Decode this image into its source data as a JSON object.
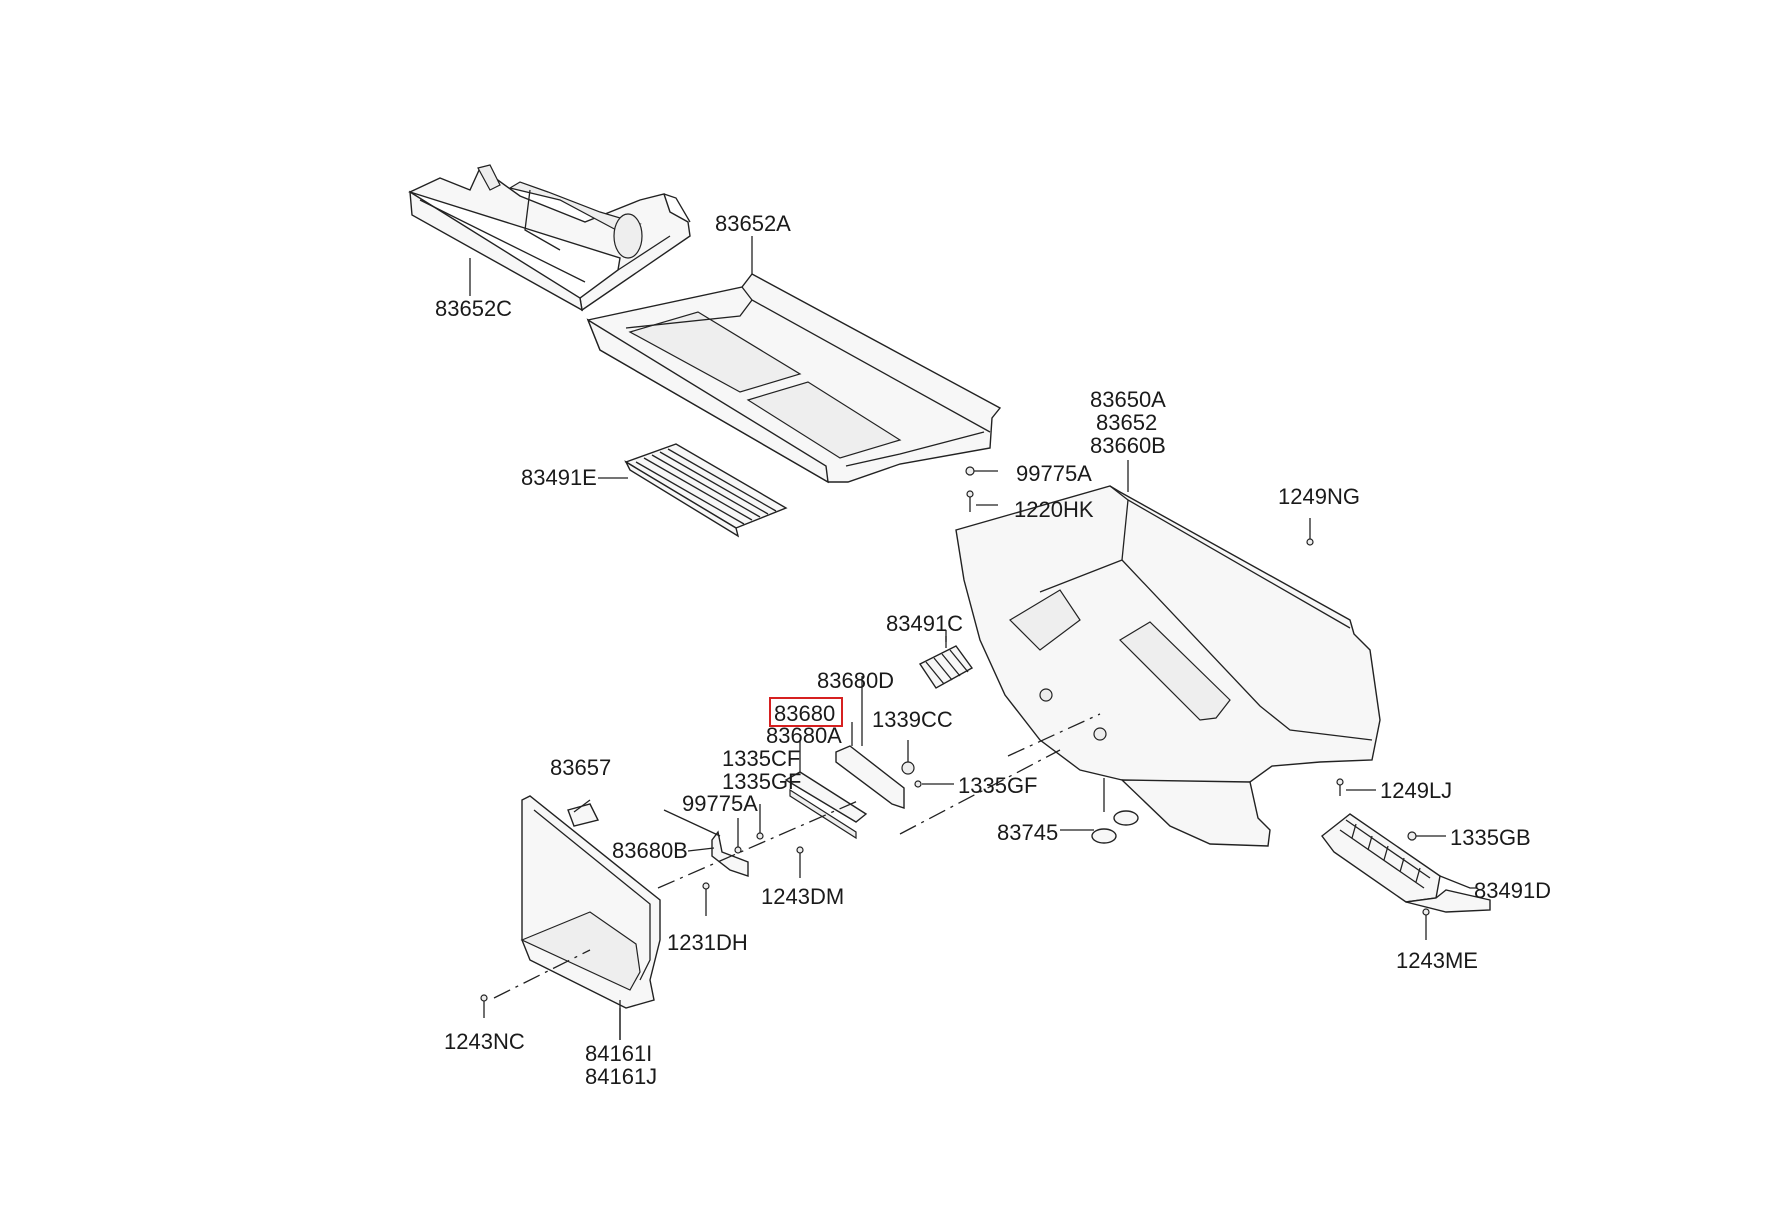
{
  "labels": {
    "p83652C": "83652C",
    "p83652A": "83652A",
    "p83650A": "83650A",
    "p83652": "83652",
    "p83660B": "83660B",
    "p83491E": "83491E",
    "p99775A_top": "99775A",
    "p1220HK": "1220HK",
    "p1249NG": "1249NG",
    "p83491C": "83491C",
    "p83680D": "83680D",
    "p83680": "83680",
    "p83680A": "83680A",
    "p1339CC": "1339CC",
    "p83657": "83657",
    "p1335CF": "1335CF",
    "p1335GF_left": "1335GF",
    "p1335GF_right": "1335GF",
    "p99775A_mid": "99775A",
    "p83680B": "83680B",
    "p1243DM": "1243DM",
    "p1231DH": "1231DH",
    "p83745": "83745",
    "p1249LJ": "1249LJ",
    "p1335GB": "1335GB",
    "p83491D": "83491D",
    "p1243ME": "1243ME",
    "p1243NC": "1243NC",
    "p84161I": "84161I",
    "p84161J": "84161J"
  },
  "highlighted_part": "83680",
  "colors": {
    "line": "#222222",
    "highlight": "#d62020",
    "background": "#ffffff"
  }
}
